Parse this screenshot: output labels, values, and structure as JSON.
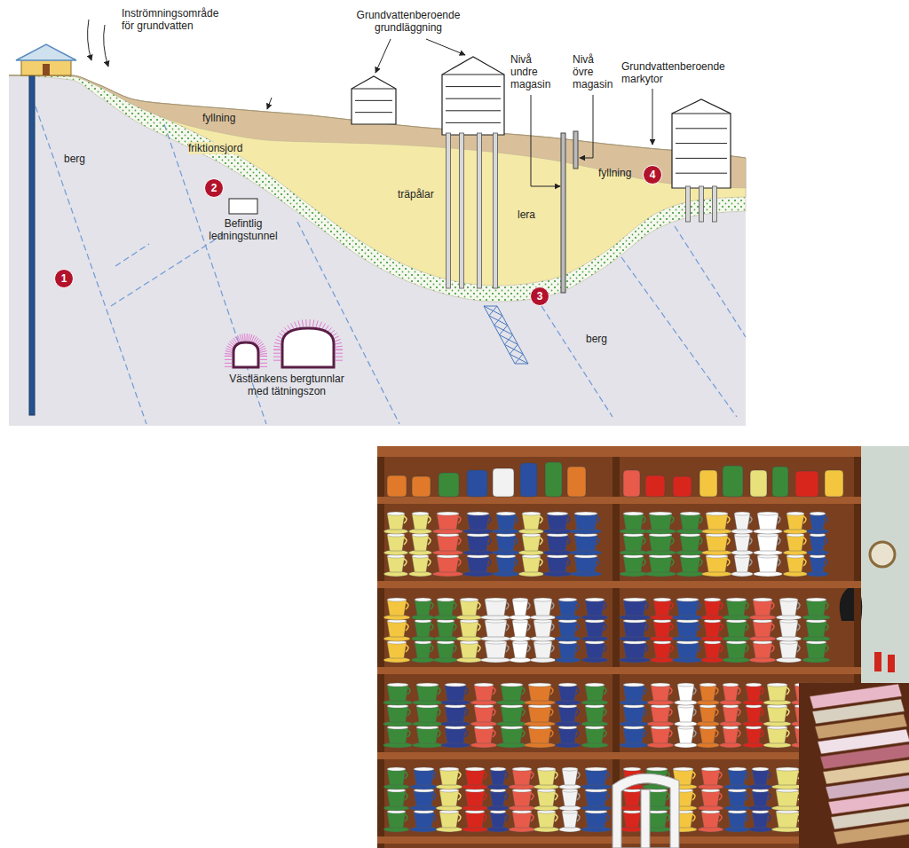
{
  "diagram": {
    "nodes": [
      {
        "text": [
          "1"
        ]
      },
      {
        "text": [
          "2"
        ]
      },
      {
        "text": [
          "3"
        ]
      },
      {
        "text": [
          "4"
        ]
      }
    ],
    "labels": [
      "Inströmningsområde för grundvatten",
      "Grundvattenberoende grundläggning",
      "Nivå undre magasin",
      "Nivå övre magasin",
      "Grundvattenberoende markytor",
      "fyllning",
      "friktionsjord",
      "berg",
      "Befintlig ledningstunnel",
      "träpålar",
      "lera",
      "fyllning",
      "berg",
      "Västlänkens bergtunnlar med tätningszon"
    ]
  }
}
